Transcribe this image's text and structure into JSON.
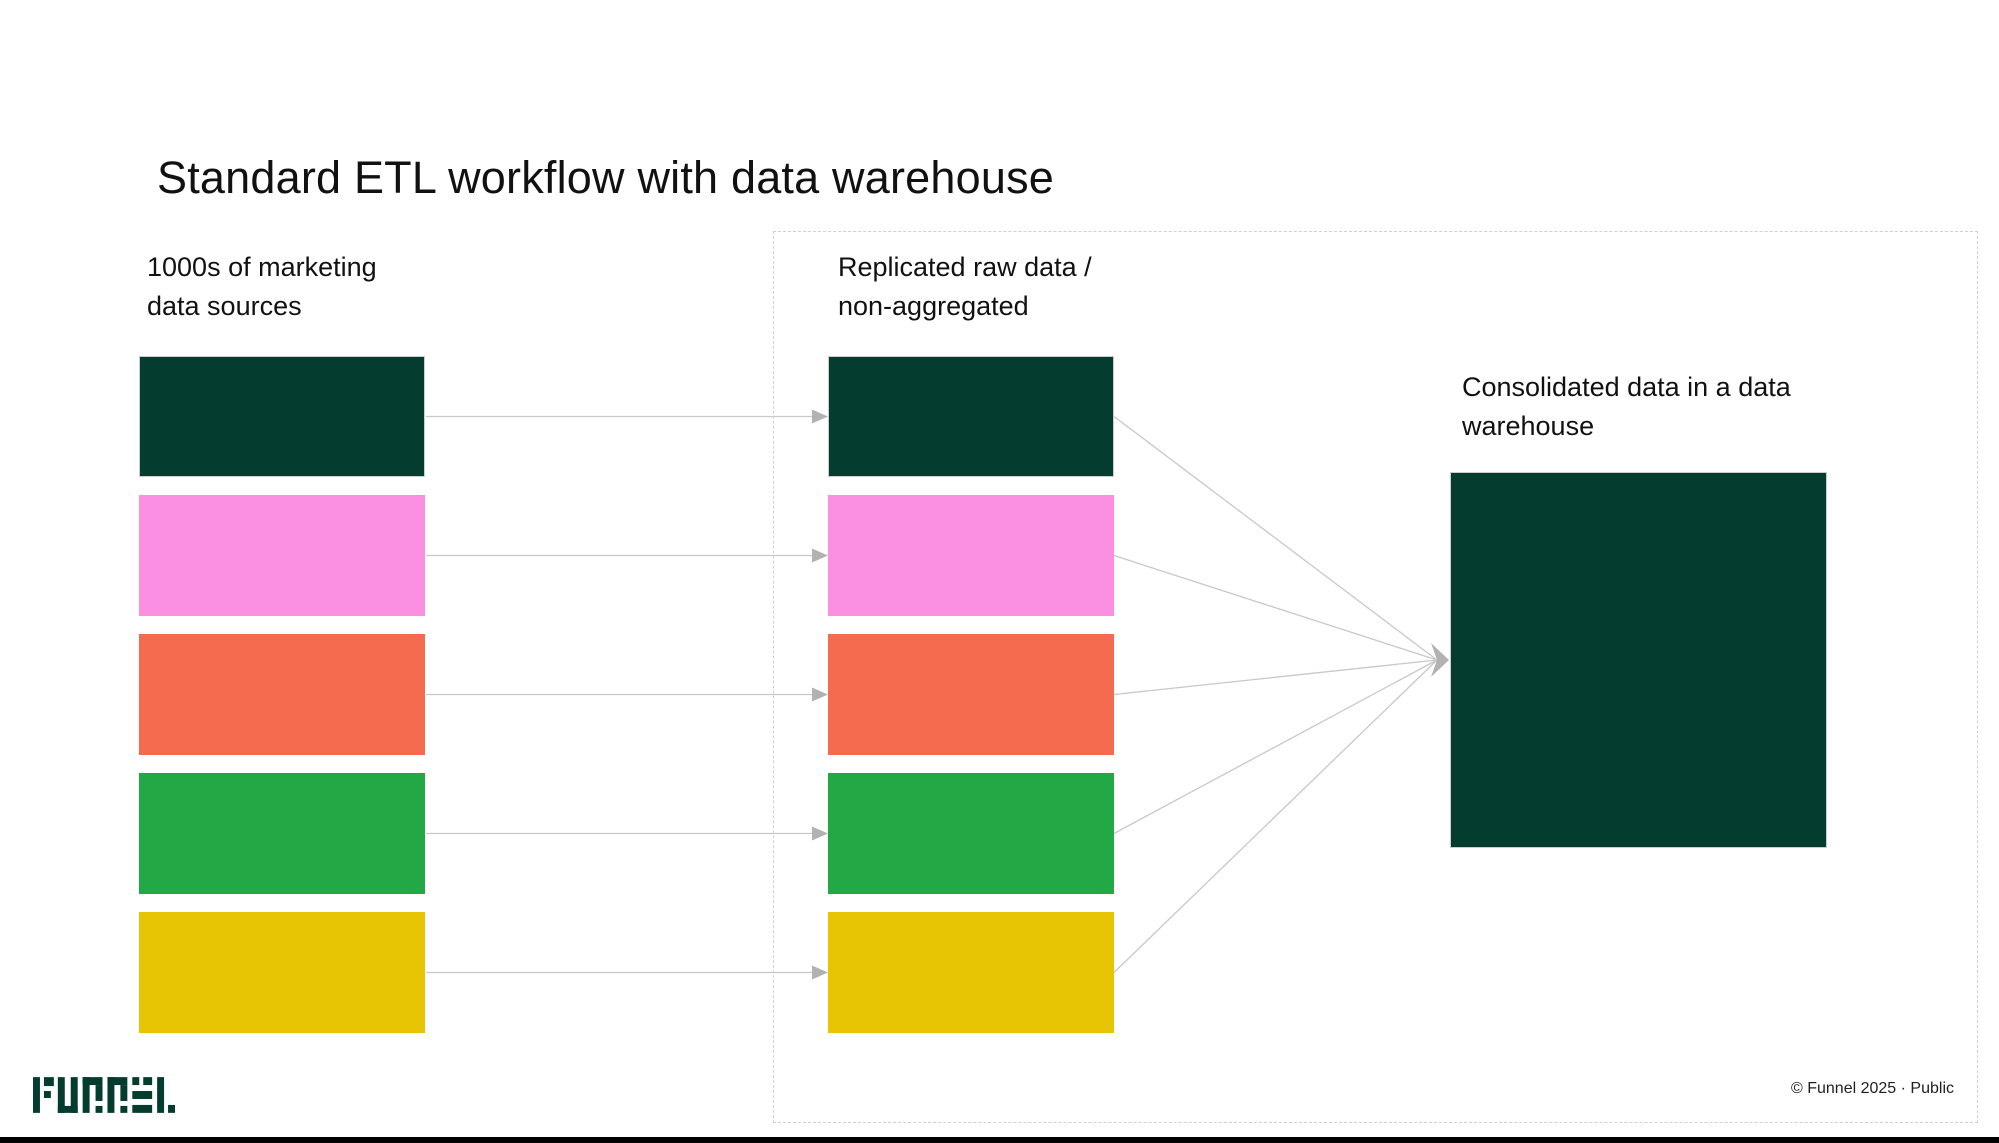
{
  "page": {
    "title": "Standard ETL workflow with data warehouse"
  },
  "colors": {
    "brand_dark": "#053c30",
    "pink": "#fb8fe2",
    "orange": "#f56b50",
    "green": "#22a946",
    "yellow": "#e8c504",
    "arrow_line": "#c8c8c8",
    "arrow_head": "#b2b2b2",
    "dashed_border": "#c9d4cf",
    "text": "#111111",
    "bottom_bar": "#000000"
  },
  "flow": {
    "sources": {
      "heading": "1000s of marketing\ndata sources",
      "blocks": [
        {
          "id": "source-dark-green",
          "color": "#053c30"
        },
        {
          "id": "source-pink",
          "color": "#fb8fe2"
        },
        {
          "id": "source-orange",
          "color": "#f56b50"
        },
        {
          "id": "source-green",
          "color": "#22a946"
        },
        {
          "id": "source-yellow",
          "color": "#e8c504"
        }
      ]
    },
    "replicated": {
      "heading": "Replicated raw data /\nnon-aggregated",
      "blocks": [
        {
          "id": "replica-dark-green",
          "color": "#053c30"
        },
        {
          "id": "replica-pink",
          "color": "#fb8fe2"
        },
        {
          "id": "replica-orange",
          "color": "#f56b50"
        },
        {
          "id": "replica-green",
          "color": "#22a946"
        },
        {
          "id": "replica-yellow",
          "color": "#e8c504"
        }
      ]
    },
    "warehouse": {
      "heading": "Consolidated data in a data\nwarehouse",
      "color": "#053c30"
    }
  },
  "footer": {
    "logo": "funnel",
    "copyright": "© Funnel 2025 · Public"
  }
}
